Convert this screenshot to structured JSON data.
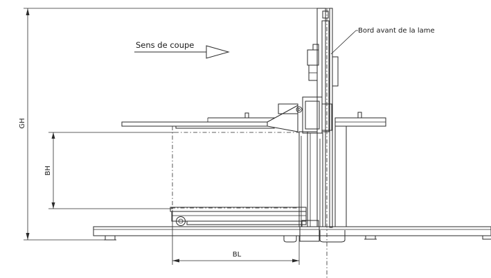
{
  "labels": {
    "cutting_direction": "Sens de coupe",
    "blade_front_edge": "Bord avant de la lame",
    "gh": "GH",
    "bh": "BH",
    "bl": "BL"
  }
}
